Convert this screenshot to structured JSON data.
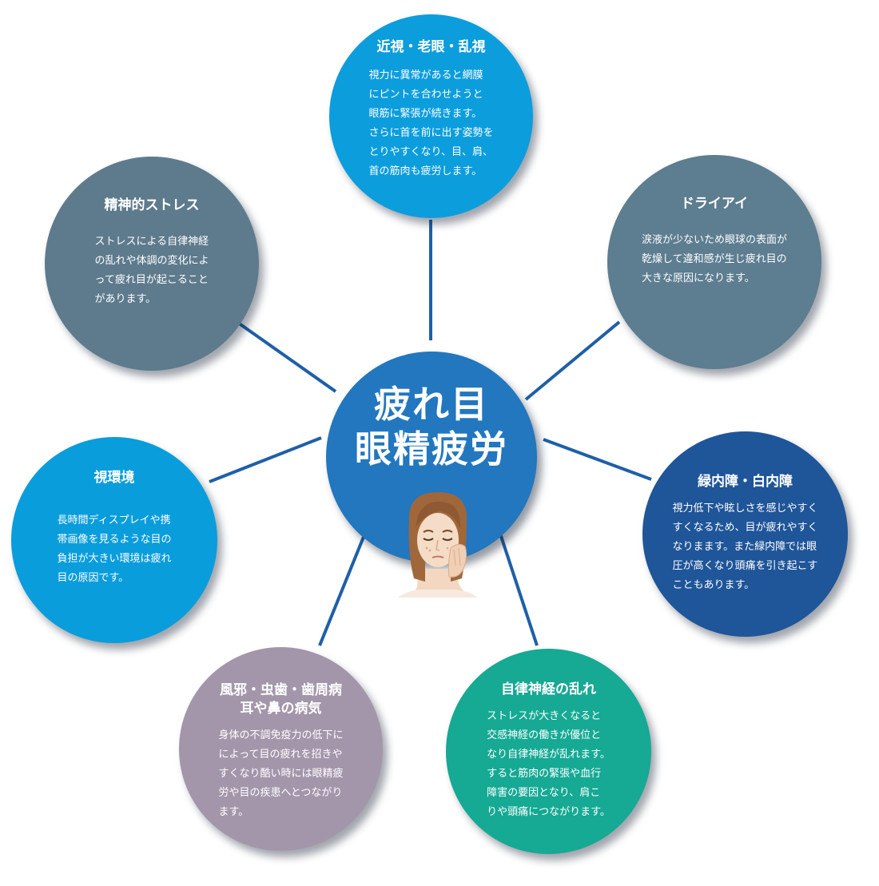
{
  "center": {
    "line1": "疲れ目",
    "line2": "眼精疲労",
    "color": "#2277bf"
  },
  "connector_color": "#1f5fa8",
  "illustration": "tired-woman-holding-face-icon",
  "bubbles": {
    "myopia": {
      "title": "近視・老眼・乱視",
      "body": "視力に異常があると網膜\nにピントを合わせようと\n眼筋に緊張が続きます。\nさらに首を前に出す姿勢を\nとりやすくなり、目、肩、\n首の筋肉も疲労します。",
      "color": "#0c9ddd"
    },
    "dry_eye": {
      "title": "ドライアイ",
      "body": "涙液が少ないため眼球の表面が\n乾燥して違和感が生じ疲れ目の\n大きな原因になります。",
      "color": "#5d7d90"
    },
    "glaucoma": {
      "title": "緑内障・白内障",
      "body": "視力低下や眩しさを感じやすく\nすくなるため、目が疲れやすく\nなりまます。また緑内障では眼\n圧が高くなり頭痛を引き起こす\nこともあります。",
      "color": "#1f5599"
    },
    "autonomic": {
      "title": "自律神経の乱れ",
      "body": "ストレスが大きくなると\n交感神経の働きが優位と\nなり自律神経が乱れます。\nすると筋肉の緊張や血行\n障害の要因となり、肩こ\nりや頭痛につながります。",
      "color": "#16a994"
    },
    "illness": {
      "title": "風邪・虫歯・歯周病\n耳や鼻の病気",
      "body": "身体の不調免疫力の低下に\nによって目の疲れを招きや\nすくなり酷い時には眼精疲\n労や目の疾患へとつながり\nます。",
      "color": "#a396ab"
    },
    "environment": {
      "title": "視環境",
      "body": "長時間ディスプレイや携\n帯画像を見るような目の\n負担が大きい環境は疲れ\n目の原因です。",
      "color": "#0a9ddc"
    },
    "stress": {
      "title": "精神的ストレス",
      "body": "ストレスによる自律神経\nの乱れや体調の変化によ\nって疲れ目が起こること\nがあります。",
      "color": "#5e7b8d"
    }
  }
}
